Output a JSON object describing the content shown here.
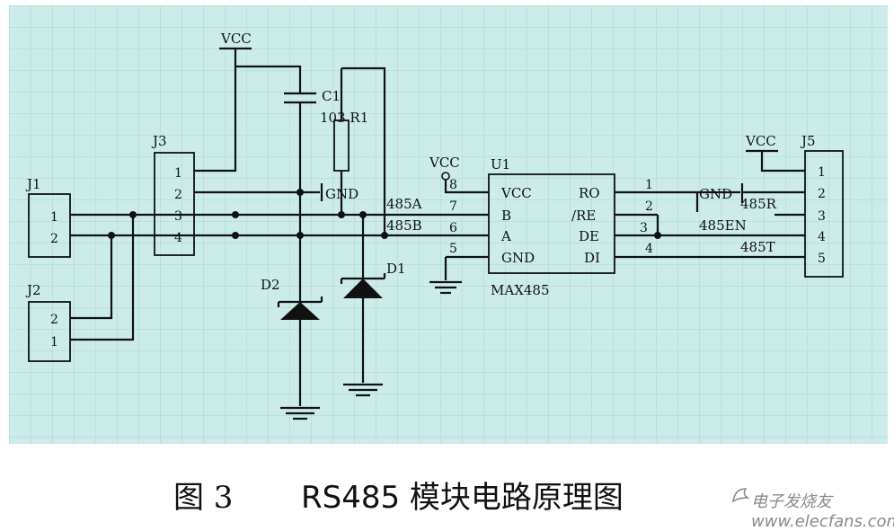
{
  "colors": {
    "grid_background": "#ccecea",
    "grid_line": "#a8d4d2",
    "ink": "#111111"
  },
  "labels": {
    "vcc": "VCC",
    "gnd": "GND",
    "j1": "J1",
    "j2": "J2",
    "j3": "J3",
    "j5": "J5",
    "u1": "U1",
    "ic_part": "MAX485",
    "c1": "C1",
    "r1": "103 R1",
    "d1": "D1",
    "d2": "D2",
    "net_485a": "485A",
    "net_485b": "485B",
    "net_485r": "485R",
    "net_485en": "485EN",
    "net_485t": "485T"
  },
  "j1_pins": [
    "1",
    "2"
  ],
  "j2_pins": [
    "2",
    "1"
  ],
  "j3_pins": [
    "1",
    "2",
    "3",
    "4"
  ],
  "j5_pins": [
    "1",
    "2",
    "3",
    "4",
    "5"
  ],
  "u1_left": [
    {
      "num": "8",
      "name": "VCC"
    },
    {
      "num": "7",
      "name": "B"
    },
    {
      "num": "6",
      "name": "A"
    },
    {
      "num": "5",
      "name": "GND"
    }
  ],
  "u1_right": [
    {
      "num": "1",
      "name": "RO"
    },
    {
      "num": "2",
      "name": "/RE"
    },
    {
      "num": "3",
      "name": "DE"
    },
    {
      "num": "4",
      "name": "DI"
    }
  ],
  "caption": {
    "figure": "图 3",
    "title": "RS485 模块电路原理图"
  },
  "watermark": "电子发烧友 www.elecfans.com"
}
